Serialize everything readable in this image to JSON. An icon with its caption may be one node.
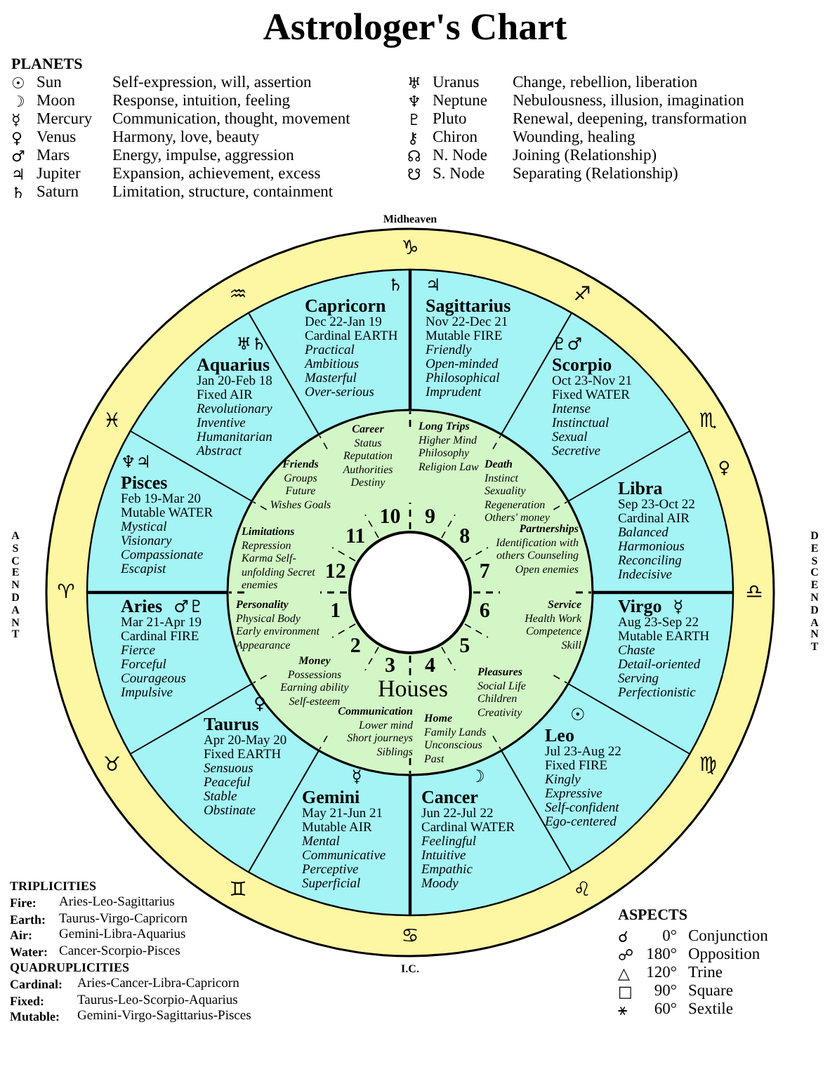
{
  "diagram": {
    "title": "Astrologer's Chart",
    "nodes": [
      {
        "text": [
          "♄",
          "Capricorn",
          "Dec 22-Jan 19",
          "Cardinal EARTH",
          "Practical Ambitious Masterful Over-serious"
        ]
      },
      {
        "text": [
          "♅♄",
          "Aquarius",
          "Jan 20-Feb 18",
          "Fixed AIR",
          "Revolutionary Inventive Humanitarian Abstract"
        ]
      },
      {
        "text": [
          "♆♃",
          "Pisces",
          "Feb 19-Mar 20",
          "Mutable WATER",
          "Mystical Visionary Compassionate Escapist"
        ]
      },
      {
        "text": [
          "♂♇",
          "Aries",
          "Mar 21-Apr 19",
          "Cardinal FIRE",
          "Fierce Forceful Courageous Impulsive"
        ]
      },
      {
        "text": [
          "♀",
          "Taurus",
          "Apr 20-May 20",
          "Fixed EARTH",
          "Sensuous Peaceful Stable Obstinate"
        ]
      },
      {
        "text": [
          "☿",
          "Gemini",
          "May 21-Jun 21",
          "Mutable AIR",
          "Mental Communicative Perceptive Superficial"
        ]
      },
      {
        "text": [
          "☽",
          "Cancer",
          "Jun 22-Jul 22",
          "Cardinal WATER",
          "Feelingful Intuitive Empathic Moody"
        ]
      },
      {
        "text": [
          "☉",
          "Leo",
          "Jul 23-Aug 22",
          "Fixed FIRE",
          "Kingly Expressive Self-confident Ego-centered"
        ]
      },
      {
        "text": [
          "☿",
          "Virgo",
          "Aug 23-Sep 22",
          "Mutable EARTH",
          "Chaste Detail-oriented Serving Perfectionistic"
        ]
      },
      {
        "text": [
          "♀",
          "Libra",
          "Sep 23-Oct 22",
          "Cardinal AIR",
          "Balanced Harmonious Reconciling Indecisive"
        ]
      },
      {
        "text": [
          "♇♂",
          "Scorpio",
          "Oct 23-Nov 21",
          "Fixed WATER",
          "Intense Instinctual Sexual Secretive"
        ]
      },
      {
        "text": [
          "♃",
          "Sagittarius",
          "Nov 22-Dec 21",
          "Mutable FIRE",
          "Friendly Open-minded Philosophical Imprudent"
        ]
      },
      {
        "text": [
          "Personality",
          "Physical Body Early environment Appearance"
        ]
      },
      {
        "text": [
          "Money",
          "Possessions Earning ability Self-esteem"
        ]
      },
      {
        "text": [
          "Communication",
          "Lower mind Short journeys Siblings"
        ]
      },
      {
        "text": [
          "Home",
          "Family Lands Unconscious Past"
        ]
      },
      {
        "text": [
          "Pleasures",
          "Social Life Children Creativity"
        ]
      },
      {
        "text": [
          "Service",
          "Health Work Competence Skill"
        ]
      },
      {
        "text": [
          "Partnerships",
          "Identification with others Counseling Open enemies"
        ]
      },
      {
        "text": [
          "Death",
          "Instinct Sexuality Regeneration Others' money"
        ]
      },
      {
        "text": [
          "Long Trips",
          "Higher Mind Philosophy Religion Law"
        ]
      },
      {
        "text": [
          "Career",
          "Status Reputation Authorities Destiny"
        ]
      },
      {
        "text": [
          "Friends",
          "Groups Future Wishes Goals"
        ]
      },
      {
        "text": [
          "Limitations",
          "Repression Karma Self-unfolding Secret enemies"
        ]
      }
    ],
    "labels": [
      "PLANETS",
      "☉",
      "Sun",
      "Self-expression, will, assertion",
      "♅",
      "Uranus",
      "Change, rebellion, liberation",
      "☽",
      "Moon",
      "Response, intuition, feeling",
      "♆",
      "Neptune",
      "Nebulousness, illusion, imagination",
      "☿",
      "Mercury",
      "Communication, thought, movement",
      "♇",
      "Pluto",
      "Renewal, deepening, transformation",
      "♀",
      "Venus",
      "Harmony, love, beauty",
      "⚷",
      "Chiron",
      "Wounding, healing",
      "♂",
      "Mars",
      "Energy, impulse, aggression",
      "☊",
      "N. Node",
      "Joining (Relationship)",
      "♃",
      "Jupiter",
      "Expansion, achievement, excess",
      "☋",
      "S. Node",
      "Separating (Relationship)",
      "♄",
      "Saturn",
      "Limitation, structure, containment",
      "Midheaven",
      "♑",
      "♒",
      "♓",
      "♈",
      "♉",
      "♊",
      "♋",
      "♌",
      "♍",
      "♎",
      "♏",
      "♐",
      "ASCENDANT",
      "DESCENDANT",
      "10",
      "9",
      "11",
      "8",
      "12",
      "7",
      "1",
      "6",
      "2",
      "5",
      "3",
      "4",
      "Houses",
      "I.C.",
      "TRIPLICITIES",
      "Fire:",
      "Aries-Leo-Sagittarius",
      "Earth:",
      "Taurus-Virgo-Capricorn",
      "Air:",
      "Gemini-Libra-Aquarius",
      "Water:",
      "Cancer-Scorpio-Pisces",
      "QUADRUPLICITIES",
      "Cardinal:",
      "Aries-Cancer-Libra-Capricorn",
      "Fixed:",
      "Taurus-Leo-Scorpio-Aquarius",
      "Mutable:",
      "Gemini-Virgo-Sagittarius-Pisces",
      "ASPECTS",
      "☌",
      "0°",
      "Conjunction",
      "☍",
      "180°",
      "Opposition",
      "△",
      "120°",
      "Trine",
      "□",
      "90°",
      "Square",
      "⚹",
      "60°",
      "Sextile"
    ]
  }
}
